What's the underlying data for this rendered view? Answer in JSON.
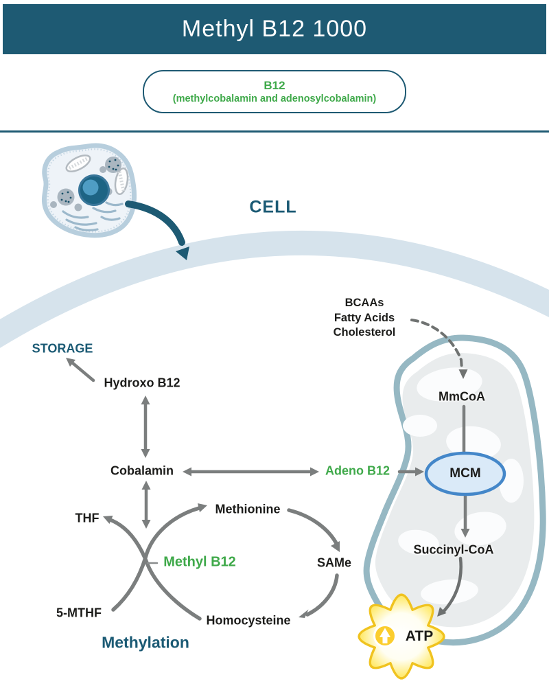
{
  "header": {
    "title": "Methyl B12 1000"
  },
  "badge": {
    "title": "B12",
    "subtitle": "(methylcobalamin and adenosylcobalamin)"
  },
  "diagram": {
    "cell_label": "CELL",
    "storage": "STORAGE",
    "hydroxo": "Hydroxo B12",
    "cobalamin": "Cobalamin",
    "adeno_b12": "Adeno B12",
    "thf": "THF",
    "methionine": "Methionine",
    "methyl_b12": "Methyl B12",
    "same": "SAMe",
    "five_mthf": "5-MTHF",
    "homocysteine": "Homocysteine",
    "methylation": "Methylation",
    "inputs_line1": "BCAAs",
    "inputs_line2": "Fatty Acids",
    "inputs_line3": "Cholesterol",
    "mmcoa": "MmCoA",
    "mcm": "MCM",
    "succinyl_coa": "Succinyl-CoA",
    "atp": "ATP"
  },
  "colors": {
    "teal": "#1e5a73",
    "green": "#3fa94a",
    "arrow_gray": "#7b7e7e",
    "membrane_blue": "#d6e3ec",
    "mito_outline": "#96b8c3",
    "mcm_blue": "#4487c9",
    "atp_yellow": "#ffd83b"
  }
}
